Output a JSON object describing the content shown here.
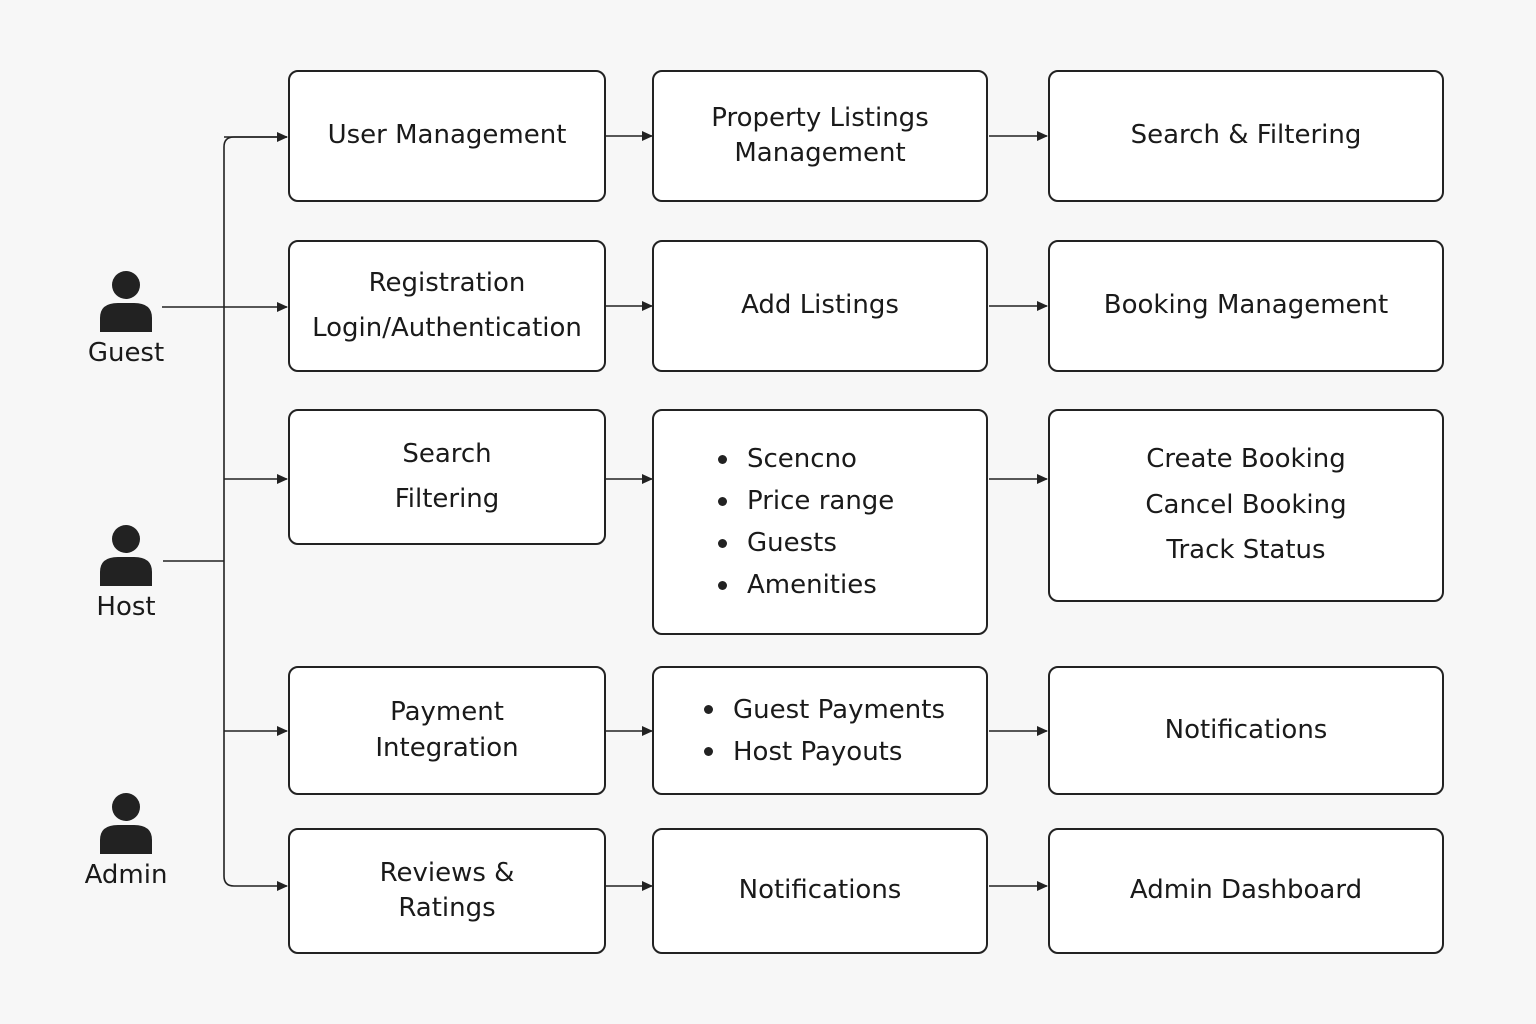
{
  "actors": [
    {
      "id": "guest",
      "label": "Guest",
      "icon": "person-icon"
    },
    {
      "id": "host",
      "label": "Host",
      "icon": "person-icon"
    },
    {
      "id": "admin",
      "label": "Admin",
      "icon": "person-icon"
    }
  ],
  "rows": [
    {
      "col1": {
        "lines": [
          "User Management"
        ]
      },
      "col2": {
        "lines": [
          "Property Listings",
          "Management"
        ]
      },
      "col3": {
        "lines": [
          "Search & Filtering"
        ]
      }
    },
    {
      "col1": {
        "lines": [
          "Registration",
          "Login/Authentication"
        ]
      },
      "col2": {
        "lines": [
          "Add Listings"
        ]
      },
      "col3": {
        "lines": [
          "Booking Management"
        ]
      }
    },
    {
      "col1": {
        "lines": [
          "Search",
          "Filtering"
        ]
      },
      "col2": {
        "items": [
          "Scencno",
          "Price range",
          "Guests",
          "Amenities"
        ]
      },
      "col3": {
        "lines": [
          "Create Booking",
          "Cancel Booking",
          "Track Status"
        ]
      }
    },
    {
      "col1": {
        "lines": [
          "Payment",
          "Integration"
        ]
      },
      "col2": {
        "items": [
          "Guest Payments",
          "Host Payouts"
        ]
      },
      "col3": {
        "lines": [
          "Notifications"
        ]
      }
    },
    {
      "col1": {
        "lines": [
          "Reviews &",
          "Ratings"
        ]
      },
      "col2": {
        "lines": [
          "Notifications"
        ]
      },
      "col3": {
        "lines": [
          "Admin Dashboard"
        ]
      }
    }
  ],
  "colors": {
    "line": "#222222",
    "box_fill": "#ffffff",
    "background": "#f7f7f7"
  }
}
